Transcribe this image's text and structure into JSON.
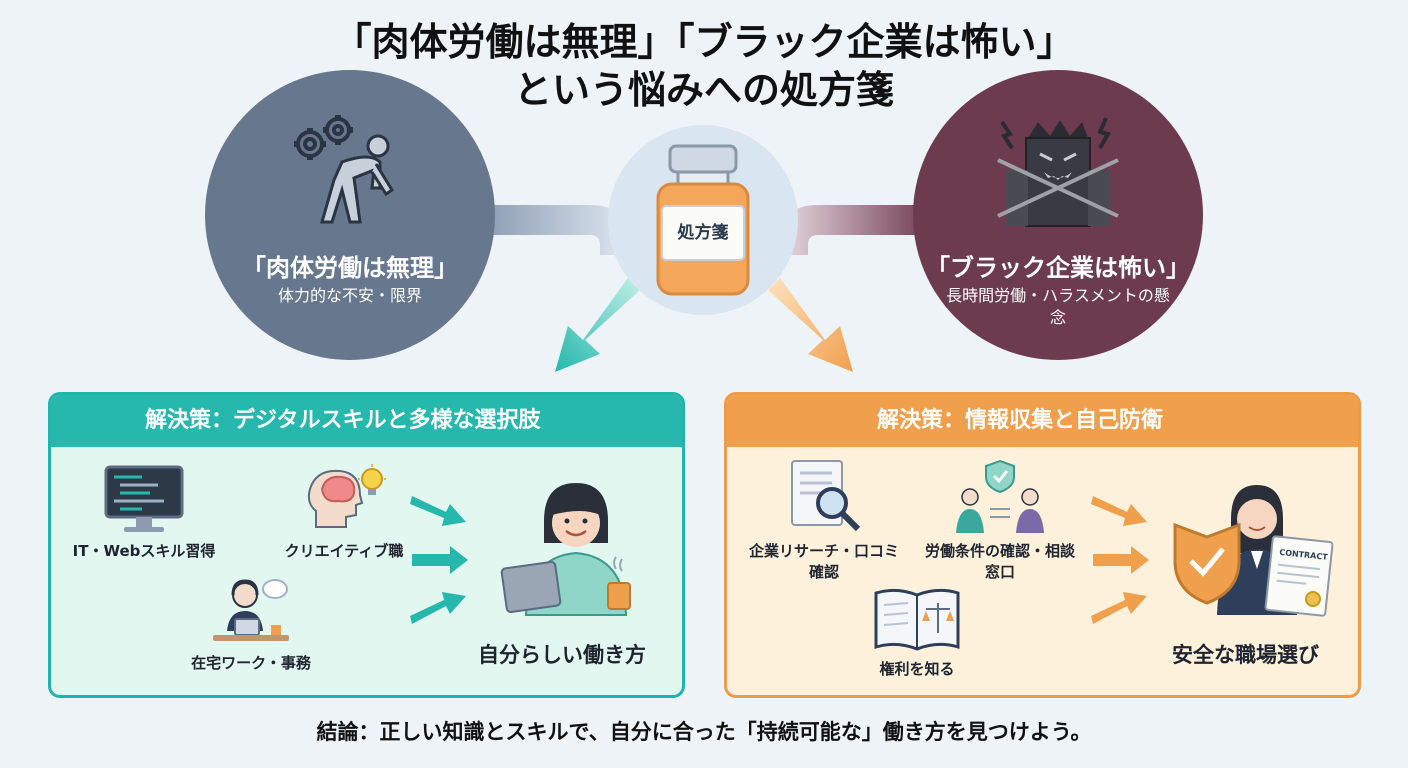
{
  "title": {
    "line1": "「肉体労働は無理」「ブラック企業は怖い」",
    "line2": "という悩みへの処方箋"
  },
  "problems": {
    "left": {
      "title": "「肉体労働は無理」",
      "subtitle": "体力的な不安・限界"
    },
    "right": {
      "title": "「ブラック企業は怖い」",
      "subtitle": "長時間労働・ハラスメントの懸念"
    }
  },
  "center": {
    "label": "処方箋"
  },
  "solutions": {
    "left": {
      "heading": "解決策：デジタルスキルと多様な選択肢",
      "items": [
        "IT・Webスキル習得",
        "クリエイティブ職",
        "在宅ワーク・事務"
      ],
      "result": "自分らしい働き方"
    },
    "right": {
      "heading": "解決策：情報収集と自己防衛",
      "items": [
        "企業リサーチ・口コミ確認",
        "労働条件の確認・相談窓口",
        "権利を知る"
      ],
      "result": "安全な職場選び",
      "contract_text": "CONTRACT"
    }
  },
  "conclusion": "結論：正しい知識とスキルで、自分に合った「持続可能な」働き方を見つけよう。",
  "colors": {
    "background": "#eef3f8",
    "left_circle": "#66778e",
    "right_circle": "#6c3c4e",
    "teal": "#26b8ad",
    "orange": "#f0a04d"
  }
}
